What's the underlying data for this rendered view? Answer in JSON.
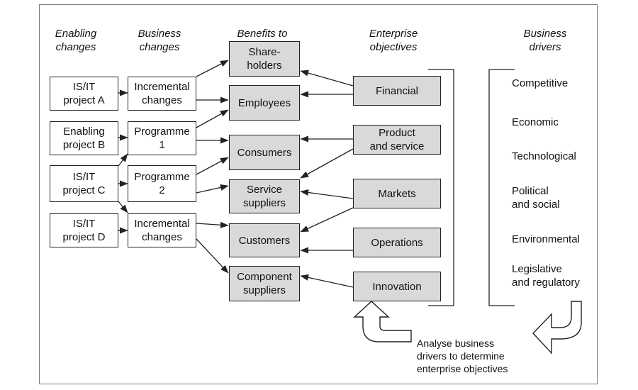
{
  "headers": {
    "enabling_changes": "Enabling\nchanges",
    "business_changes": "Business\nchanges",
    "benefits_to": "Benefits to",
    "enterprise_objectives": "Enterprise\nobjectives",
    "business_drivers": "Business\ndrivers"
  },
  "enabling_changes": [
    "IS/IT\nproject A",
    "Enabling\nproject B",
    "IS/IT\nproject C",
    "IS/IT\nproject D"
  ],
  "business_changes": [
    "Incremental\nchanges",
    "Programme\n1",
    "Programme\n2",
    "Incremental\nchanges"
  ],
  "benefits": [
    "Share-\nholders",
    "Employees",
    "Consumers",
    "Service\nsuppliers",
    "Customers",
    "Component\nsuppliers"
  ],
  "objectives": [
    "Financial",
    "Product\nand service",
    "Markets",
    "Operations",
    "Innovation"
  ],
  "drivers": [
    "Competitive",
    "Economic",
    "Technological",
    "Political\nand social",
    "Environmental",
    "Legislative\nand regulatory"
  ],
  "note": "Analyse business\ndrivers to determine\nenterprise objectives",
  "colors": {
    "box_fill": "#d9d9d9",
    "line": "#222222",
    "frame": "#7a7a7a"
  }
}
